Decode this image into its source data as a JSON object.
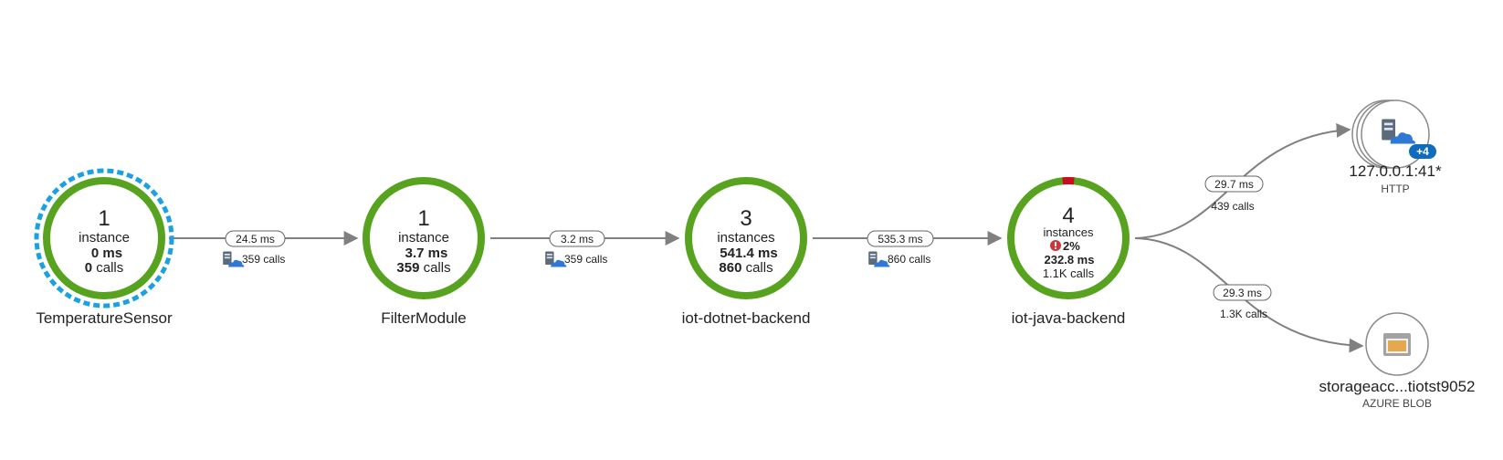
{
  "nodes": {
    "temperature_sensor": {
      "name": "TemperatureSensor",
      "count": "1",
      "unit": "instance",
      "duration": "0 ms",
      "calls_num": "0",
      "calls_word": "calls"
    },
    "filter_module": {
      "name": "FilterModule",
      "count": "1",
      "unit": "instance",
      "duration": "3.7 ms",
      "calls_num": "359",
      "calls_word": "calls"
    },
    "iot_dotnet_backend": {
      "name": "iot-dotnet-backend",
      "count": "3",
      "unit": "instances",
      "duration": "541.4 ms",
      "calls_num": "860",
      "calls_word": "calls"
    },
    "iot_java_backend": {
      "name": "iot-java-backend",
      "count": "4",
      "unit": "instances",
      "failure_rate": "2%",
      "duration": "232.8 ms",
      "calls": "1.1K calls"
    },
    "http_dependency": {
      "name": "127.0.0.1:41*",
      "type": "HTTP",
      "badge": "+4"
    },
    "blob_dependency": {
      "name": "storageacc...tiotst9052",
      "type": "AZURE BLOB"
    }
  },
  "edges": {
    "sensor_to_filter": {
      "duration": "24.5 ms",
      "calls": "359 calls"
    },
    "filter_to_dotnet": {
      "duration": "3.2 ms",
      "calls": "359 calls"
    },
    "dotnet_to_java": {
      "duration": "535.3 ms",
      "calls": "860 calls"
    },
    "java_to_http": {
      "duration": "29.7 ms",
      "calls": "439 calls"
    },
    "java_to_blob": {
      "duration": "29.3 ms",
      "calls": "1.3K calls"
    }
  },
  "colors": {
    "healthy_ring": "#57a31f",
    "failure_segment": "#c50f1f",
    "selected_dashed": "#1ba1e2",
    "edge": "#808080",
    "badge": "#0f6cbd",
    "error_icon": "#d13438",
    "cloud_icon": "#2f78d4"
  }
}
